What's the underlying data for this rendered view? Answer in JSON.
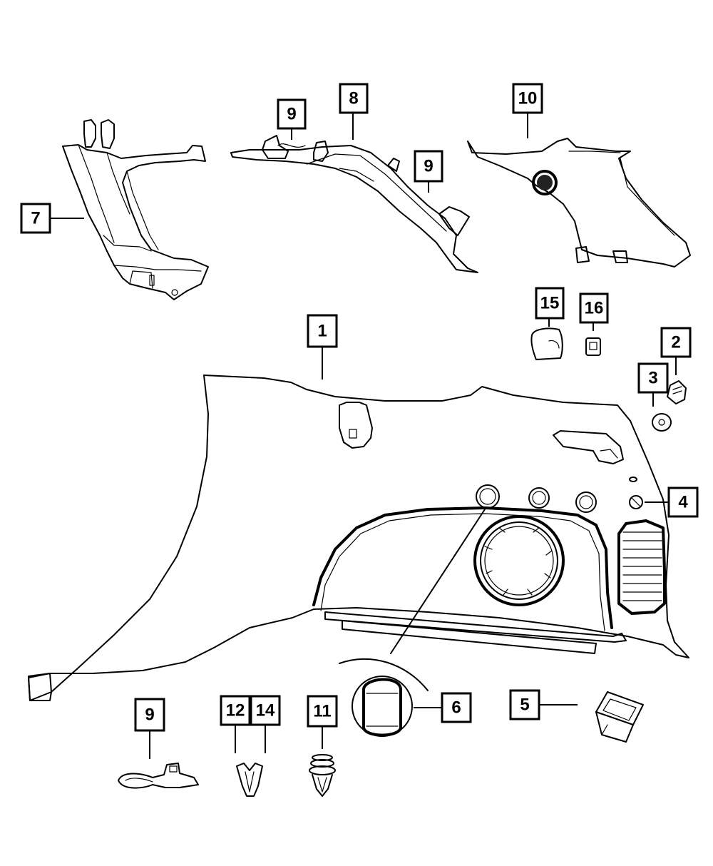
{
  "callouts": {
    "c1": "1",
    "c2": "2",
    "c3": "3",
    "c4": "4",
    "c5": "5",
    "c6": "6",
    "c7": "7",
    "c8": "8",
    "c9_top_left": "9",
    "c9_top_right": "9",
    "c9_bottom": "9",
    "c10": "10",
    "c11": "11",
    "c12": "12",
    "c14": "14",
    "c15": "15",
    "c16": "16"
  },
  "colors": {
    "line": "#000000",
    "background": "#ffffff"
  }
}
